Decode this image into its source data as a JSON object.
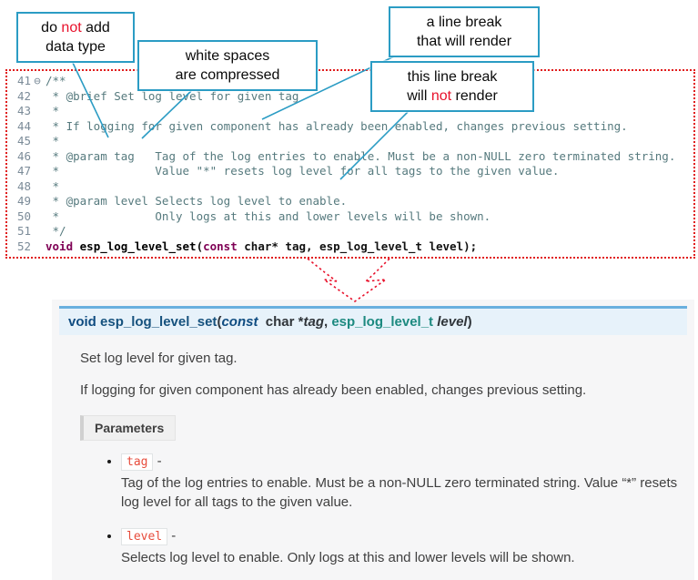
{
  "callouts": [
    {
      "name": "do-not-add-data-type",
      "lines": [
        [
          {
            "t": "do "
          },
          {
            "t": "not",
            "red": true
          },
          {
            "t": " add"
          }
        ],
        [
          {
            "t": "data type"
          }
        ]
      ]
    },
    {
      "name": "white-spaces-compressed",
      "lines": [
        [
          {
            "t": "white spaces"
          }
        ],
        [
          {
            "t": "are compressed"
          }
        ]
      ]
    },
    {
      "name": "line-break-that-will-render",
      "lines": [
        [
          {
            "t": "a line break"
          }
        ],
        [
          {
            "t": "that will render"
          }
        ]
      ]
    },
    {
      "name": "line-break-will-not-render",
      "lines": [
        [
          {
            "t": "this line break"
          }
        ],
        [
          {
            "t": "will "
          },
          {
            "t": "not",
            "red": true
          },
          {
            "t": " render"
          }
        ]
      ]
    }
  ],
  "code": {
    "lines": [
      {
        "num": "41",
        "fold": "⊖",
        "segments": [
          {
            "text": "/**",
            "cls": "comment"
          }
        ]
      },
      {
        "num": "42",
        "segments": [
          {
            "text": " * @brief Set log level for given tag",
            "cls": "comment"
          }
        ]
      },
      {
        "num": "43",
        "segments": [
          {
            "text": " *",
            "cls": "comment"
          }
        ]
      },
      {
        "num": "44",
        "segments": [
          {
            "text": " * If logging for given component has already been enabled, changes previous setting.",
            "cls": "comment"
          }
        ]
      },
      {
        "num": "45",
        "segments": [
          {
            "text": " *",
            "cls": "comment"
          }
        ]
      },
      {
        "num": "46",
        "segments": [
          {
            "text": " * @param tag   Tag of the log entries to enable. Must be a non-NULL zero terminated string.",
            "cls": "comment"
          }
        ]
      },
      {
        "num": "47",
        "segments": [
          {
            "text": " *              Value \"*\" resets log level for all tags to the given value.",
            "cls": "comment"
          }
        ]
      },
      {
        "num": "48",
        "segments": [
          {
            "text": " *",
            "cls": "comment"
          }
        ]
      },
      {
        "num": "49",
        "segments": [
          {
            "text": " * @param level Selects log level to enable.",
            "cls": "comment"
          }
        ]
      },
      {
        "num": "50",
        "segments": [
          {
            "text": " *              Only logs at this and lower levels will be shown.",
            "cls": "comment"
          }
        ]
      },
      {
        "num": "51",
        "segments": [
          {
            "text": " */",
            "cls": "comment"
          }
        ]
      },
      {
        "num": "52",
        "segments": [
          {
            "text": "void",
            "cls": "keyword"
          },
          {
            "text": " ",
            "cls": "plain"
          },
          {
            "text": "esp_log_level_set",
            "cls": "funcname"
          },
          {
            "text": "(",
            "cls": "plain"
          },
          {
            "text": "const",
            "cls": "keyword"
          },
          {
            "text": " char* tag, esp_log_level_t level);",
            "cls": "plain"
          }
        ]
      }
    ]
  },
  "doc": {
    "signature": {
      "segments": [
        {
          "text": "void ",
          "cls": "kw"
        },
        {
          "text": "esp_log_level_set",
          "cls": "name"
        },
        {
          "text": "(",
          "cls": "plain"
        },
        {
          "text": "const",
          "cls": "kw-italic"
        },
        {
          "text": "  char *",
          "cls": "plain"
        },
        {
          "text": "tag",
          "cls": "param"
        },
        {
          "text": ", ",
          "cls": "plain"
        },
        {
          "text": "esp_log_level_t",
          "cls": "type"
        },
        {
          "text": " ",
          "cls": "plain"
        },
        {
          "text": "level",
          "cls": "param"
        },
        {
          "text": ")",
          "cls": "plain"
        }
      ]
    },
    "para1": "Set log level for given tag.",
    "para2": "If logging for given component has already been enabled, changes previous setting.",
    "parameters_label": "Parameters",
    "params": [
      {
        "name": "tag",
        "dash": "-",
        "desc": "Tag of the log entries to enable. Must be a non-NULL zero terminated string. Value “*” resets log level for all tags to the given value."
      },
      {
        "name": "level",
        "dash": "-",
        "desc": "Selects log level to enable. Only logs at this and lower levels will be shown."
      }
    ]
  },
  "colors": {
    "callout-blue": "#2b9cc4",
    "annotation-red": "#e8112b",
    "code-border-red": "#e01b1b",
    "signature-border-blue": "#6ab0de",
    "signature-bg": "#e7f2fa",
    "inline-code-red": "#e74c3c"
  }
}
